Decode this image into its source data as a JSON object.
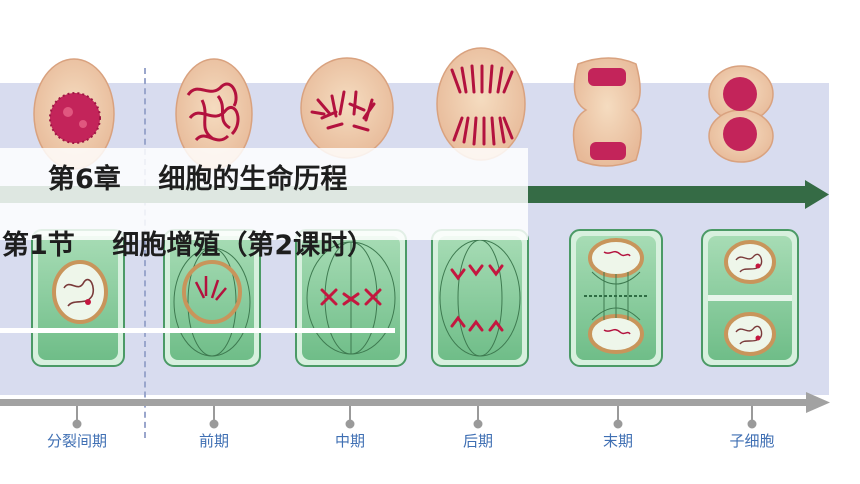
{
  "title": {
    "chapter": "第6章    细胞的生命历程",
    "section": "第1节    细胞增殖（第2课时）"
  },
  "timeline": {
    "stages": [
      "分裂间期",
      "前期",
      "中期",
      "后期",
      "末期",
      "子细胞"
    ]
  },
  "colors": {
    "band": "#d8dcef",
    "green_arrow": "#356b45",
    "grey_arrow": "#9a9a9a",
    "cell_green": "#86c99a",
    "chromosome": "#c4173f",
    "label": "#3f6fb3"
  }
}
